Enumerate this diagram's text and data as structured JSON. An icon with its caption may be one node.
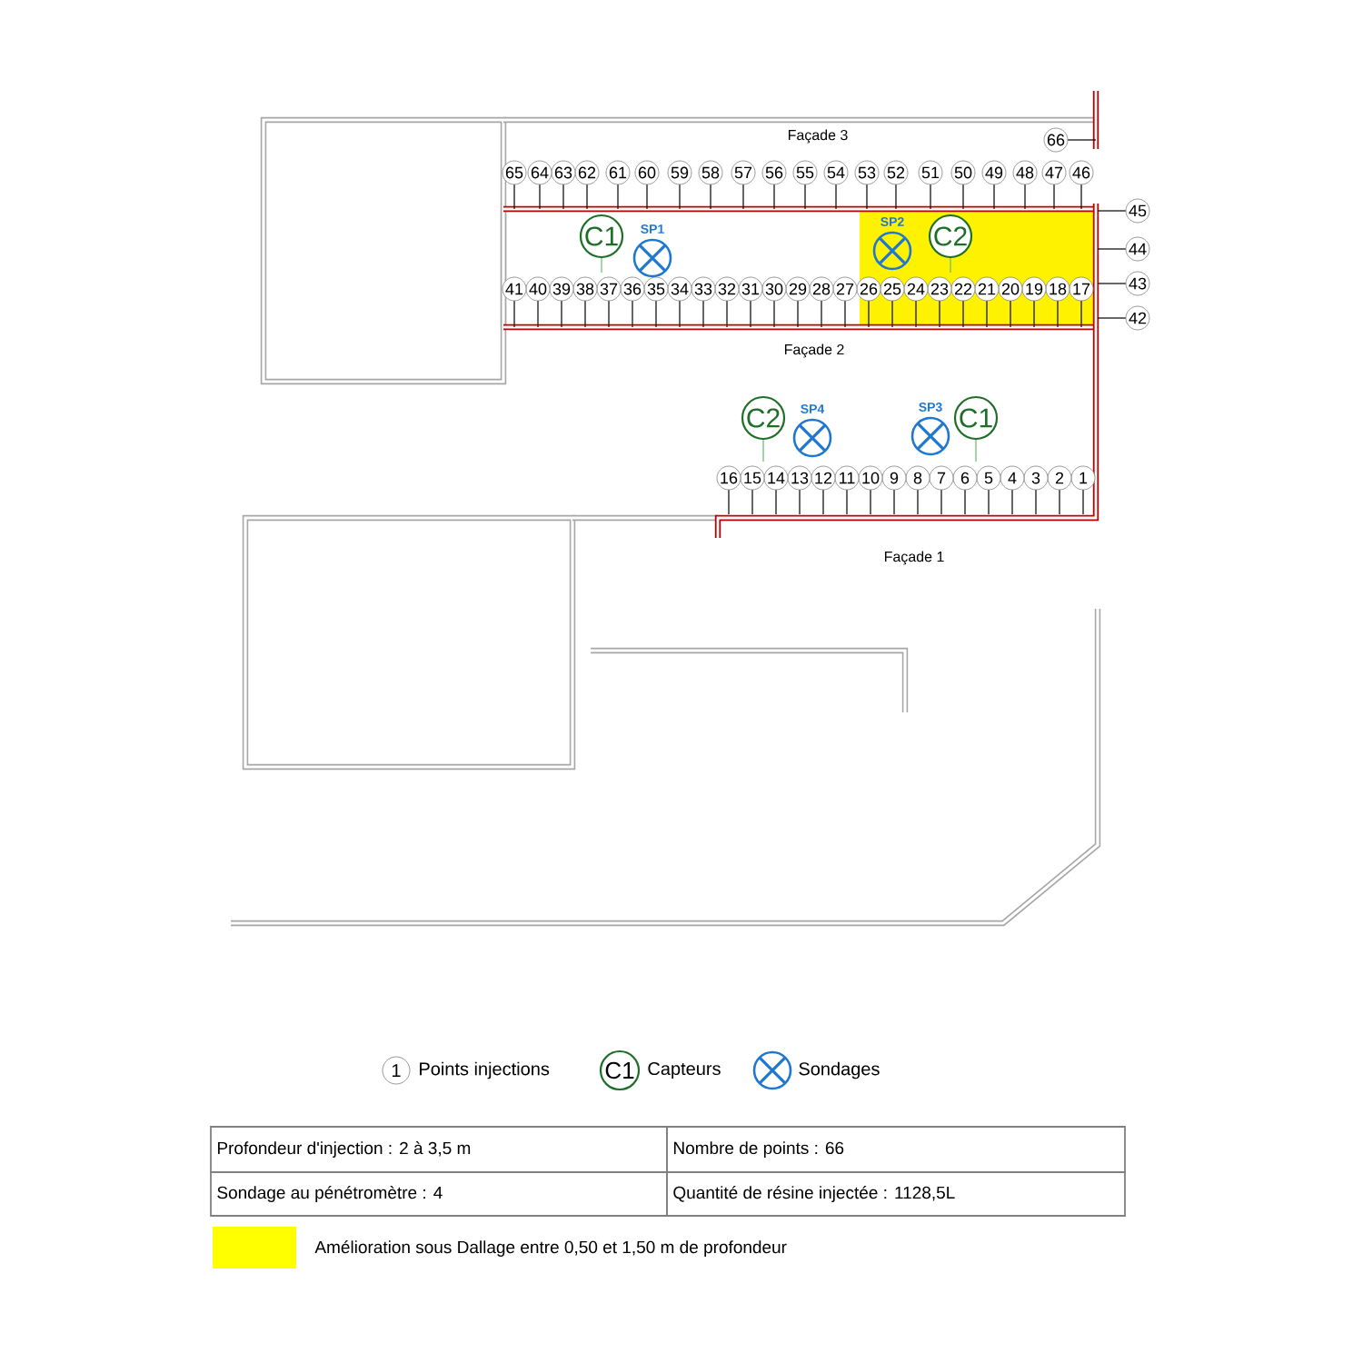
{
  "diagram": {
    "nodes": [
      {
        "text": [
          "1"
        ]
      },
      {
        "text": [
          "2"
        ]
      },
      {
        "text": [
          "3"
        ]
      },
      {
        "text": [
          "4"
        ]
      },
      {
        "text": [
          "5"
        ]
      },
      {
        "text": [
          "6"
        ]
      },
      {
        "text": [
          "7"
        ]
      },
      {
        "text": [
          "8"
        ]
      },
      {
        "text": [
          "9"
        ]
      },
      {
        "text": [
          "10"
        ]
      },
      {
        "text": [
          "11"
        ]
      },
      {
        "text": [
          "12"
        ]
      },
      {
        "text": [
          "13"
        ]
      },
      {
        "text": [
          "14"
        ]
      },
      {
        "text": [
          "15"
        ]
      },
      {
        "text": [
          "16"
        ]
      },
      {
        "text": [
          "17"
        ]
      },
      {
        "text": [
          "18"
        ]
      },
      {
        "text": [
          "19"
        ]
      },
      {
        "text": [
          "20"
        ]
      },
      {
        "text": [
          "21"
        ]
      },
      {
        "text": [
          "22"
        ]
      },
      {
        "text": [
          "23"
        ]
      },
      {
        "text": [
          "24"
        ]
      },
      {
        "text": [
          "25"
        ]
      },
      {
        "text": [
          "26"
        ]
      },
      {
        "text": [
          "27"
        ]
      },
      {
        "text": [
          "28"
        ]
      },
      {
        "text": [
          "29"
        ]
      },
      {
        "text": [
          "30"
        ]
      },
      {
        "text": [
          "31"
        ]
      },
      {
        "text": [
          "32"
        ]
      },
      {
        "text": [
          "33"
        ]
      },
      {
        "text": [
          "34"
        ]
      },
      {
        "text": [
          "35"
        ]
      },
      {
        "text": [
          "36"
        ]
      },
      {
        "text": [
          "37"
        ]
      },
      {
        "text": [
          "38"
        ]
      },
      {
        "text": [
          "39"
        ]
      },
      {
        "text": [
          "40"
        ]
      },
      {
        "text": [
          "41"
        ]
      },
      {
        "text": [
          "42"
        ]
      },
      {
        "text": [
          "43"
        ]
      },
      {
        "text": [
          "44"
        ]
      },
      {
        "text": [
          "45"
        ]
      },
      {
        "text": [
          "46"
        ]
      },
      {
        "text": [
          "47"
        ]
      },
      {
        "text": [
          "48"
        ]
      },
      {
        "text": [
          "49"
        ]
      },
      {
        "text": [
          "50"
        ]
      },
      {
        "text": [
          "51"
        ]
      },
      {
        "text": [
          "52"
        ]
      },
      {
        "text": [
          "53"
        ]
      },
      {
        "text": [
          "54"
        ]
      },
      {
        "text": [
          "55"
        ]
      },
      {
        "text": [
          "56"
        ]
      },
      {
        "text": [
          "57"
        ]
      },
      {
        "text": [
          "58"
        ]
      },
      {
        "text": [
          "59"
        ]
      },
      {
        "text": [
          "60"
        ]
      },
      {
        "text": [
          "61"
        ]
      },
      {
        "text": [
          "62"
        ]
      },
      {
        "text": [
          "63"
        ]
      },
      {
        "text": [
          "64"
        ]
      },
      {
        "text": [
          "65"
        ]
      },
      {
        "text": [
          "66"
        ]
      },
      {
        "text": [
          "C1"
        ]
      },
      {
        "text": [
          "SP1"
        ]
      },
      {
        "text": [
          "SP2"
        ]
      },
      {
        "text": [
          "C2"
        ]
      },
      {
        "text": [
          "C2"
        ]
      },
      {
        "text": [
          "SP4"
        ]
      },
      {
        "text": [
          "SP3"
        ]
      },
      {
        "text": [
          "C1"
        ]
      }
    ],
    "labels": [
      "Façade 3",
      "Façade 2",
      "Façade 1",
      "1",
      "C1",
      "Profondeur d'injection : 2 à 3,5 m",
      "Nombre de points : 66",
      "Sondage au pénétromètre : 4",
      "Quantité de résine injectée : 1128,5L"
    ],
    "legend": [
      {
        "text": "Points injections"
      },
      {
        "text": "Capteurs"
      },
      {
        "text": "Sondages"
      },
      {
        "text": "Amélioration sous Dallage entre 0,50 et 1,50 m de profondeur",
        "color": "#ffff00"
      }
    ]
  }
}
